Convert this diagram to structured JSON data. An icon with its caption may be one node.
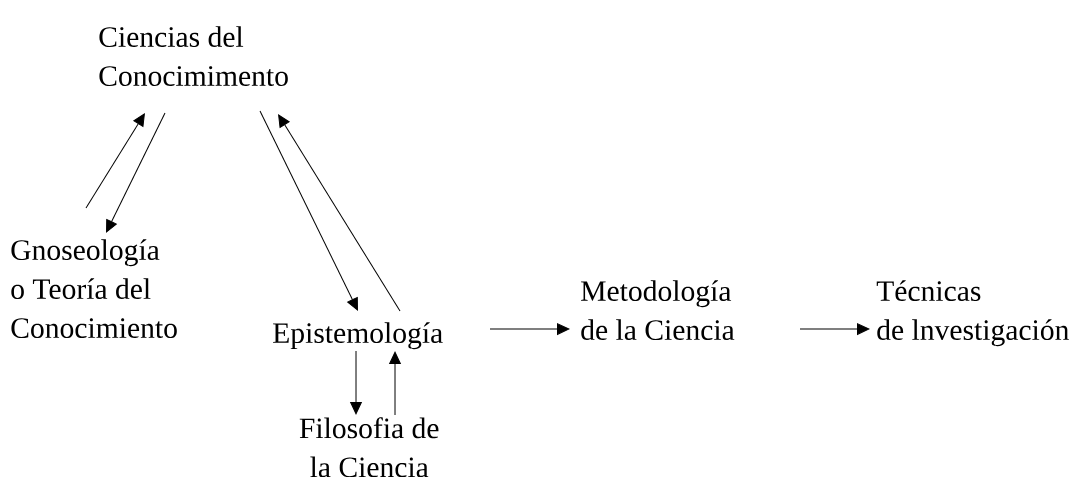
{
  "diagram": {
    "nodes": [
      {
        "text": [
          "Ciencias del Conocimimento"
        ]
      },
      {
        "text": [
          "Gnoseología o Teoría del Conocimiento"
        ]
      },
      {
        "text": [
          "Epistemología"
        ]
      },
      {
        "text": [
          "Metodología de la Ciencia"
        ]
      },
      {
        "text": [
          "Técnicas de lnvestigación"
        ]
      },
      {
        "text": [
          "Filosofia de la Ciencia"
        ]
      }
    ],
    "edges": [
      {
        "from": 1,
        "to": 0,
        "arrow": "to"
      },
      {
        "from": 0,
        "to": 1,
        "arrow": "to"
      },
      {
        "from": 0,
        "to": 2,
        "arrow": "to"
      },
      {
        "from": 2,
        "to": 0,
        "arrow": "to"
      },
      {
        "from": 2,
        "to": 3,
        "arrow": "to"
      },
      {
        "from": 3,
        "to": 4,
        "arrow": "to"
      },
      {
        "from": 2,
        "to": 5,
        "arrow": "to"
      },
      {
        "from": 5,
        "to": 2,
        "arrow": "to"
      }
    ]
  }
}
